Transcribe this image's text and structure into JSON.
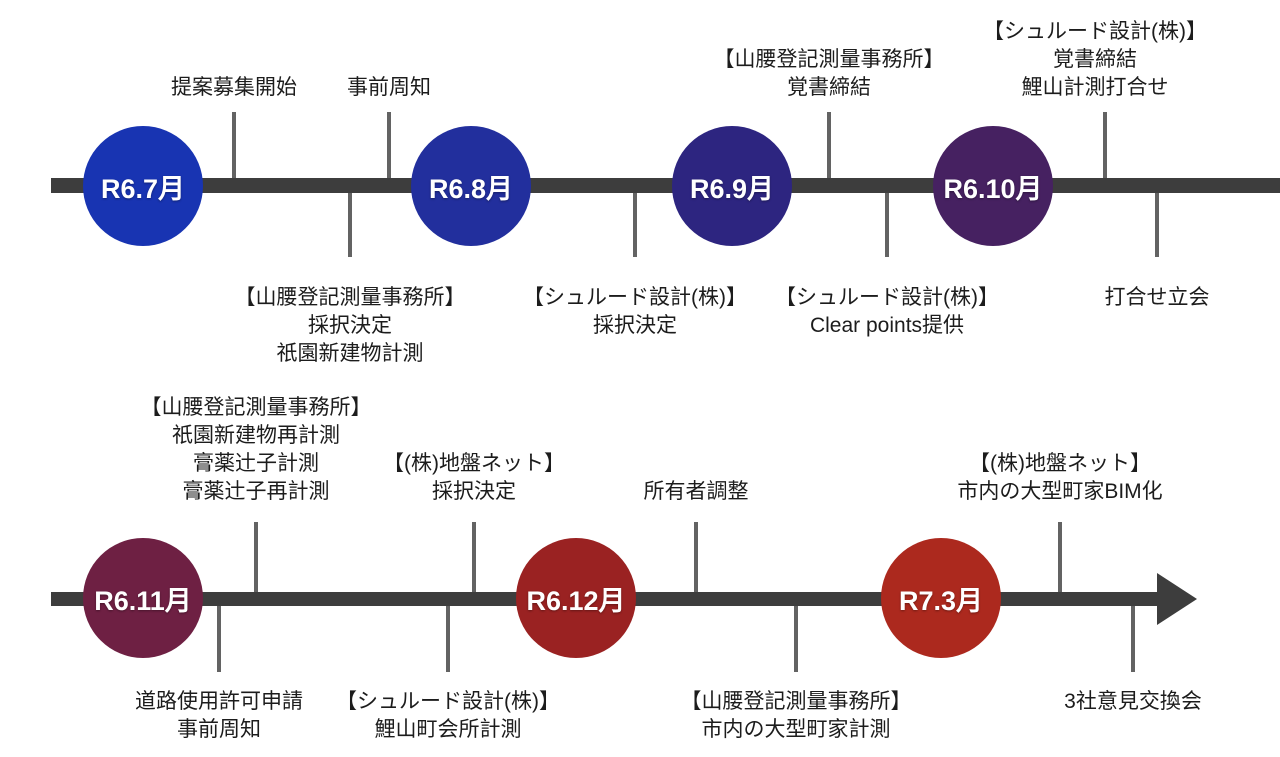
{
  "palette": {
    "bar": "#3d3d3d",
    "tick": "#636363",
    "text": "#1c1c1c",
    "milestone_text": "#ffffff"
  },
  "timelines": [
    {
      "name": "top",
      "milestones": [
        {
          "label": "R6.7月",
          "color": "#1834b2"
        },
        {
          "label": "R6.8月",
          "color": "#222f9d"
        },
        {
          "label": "R6.9月",
          "color": "#2d2580"
        },
        {
          "label": "R6.10月",
          "color": "#462161"
        }
      ],
      "events_above": [
        {
          "lines": [
            "提案募集開始"
          ]
        },
        {
          "lines": [
            "事前周知"
          ]
        },
        {
          "lines": [
            "【山腰登記測量事務所】",
            "覚書締結"
          ]
        },
        {
          "lines": [
            "【シュルード設計(株)】",
            "覚書締結",
            "鯉山計測打合せ"
          ]
        }
      ],
      "events_below": [
        {
          "lines": [
            "【山腰登記測量事務所】",
            "採択決定",
            "祇園新建物計測"
          ]
        },
        {
          "lines": [
            "【シュルード設計(株)】",
            "採択決定"
          ]
        },
        {
          "lines": [
            "【シュルード設計(株)】",
            "Clear points提供"
          ]
        },
        {
          "lines": [
            "打合せ立会"
          ]
        }
      ]
    },
    {
      "name": "bottom",
      "milestones": [
        {
          "label": "R6.11月",
          "color": "#6e2043"
        },
        {
          "label": "R6.12月",
          "color": "#9a2222"
        },
        {
          "label": "R7.3月",
          "color": "#ac291e"
        }
      ],
      "events_above": [
        {
          "lines": [
            "【山腰登記測量事務所】",
            "祇園新建物再計測",
            "膏薬辻子計測",
            "膏薬辻子再計測"
          ]
        },
        {
          "lines": [
            "【(株)地盤ネット】",
            "採択決定"
          ]
        },
        {
          "lines": [
            "所有者調整"
          ]
        },
        {
          "lines": [
            "【(株)地盤ネット】",
            "市内の大型町家BIM化"
          ]
        }
      ],
      "events_below": [
        {
          "lines": [
            "道路使用許可申請",
            "事前周知"
          ]
        },
        {
          "lines": [
            "【シュルード設計(株)】",
            "鯉山町会所計測"
          ]
        },
        {
          "lines": [
            "【山腰登記測量事務所】",
            "市内の大型町家計測"
          ]
        },
        {
          "lines": [
            "3社意見交換会"
          ]
        }
      ]
    }
  ]
}
